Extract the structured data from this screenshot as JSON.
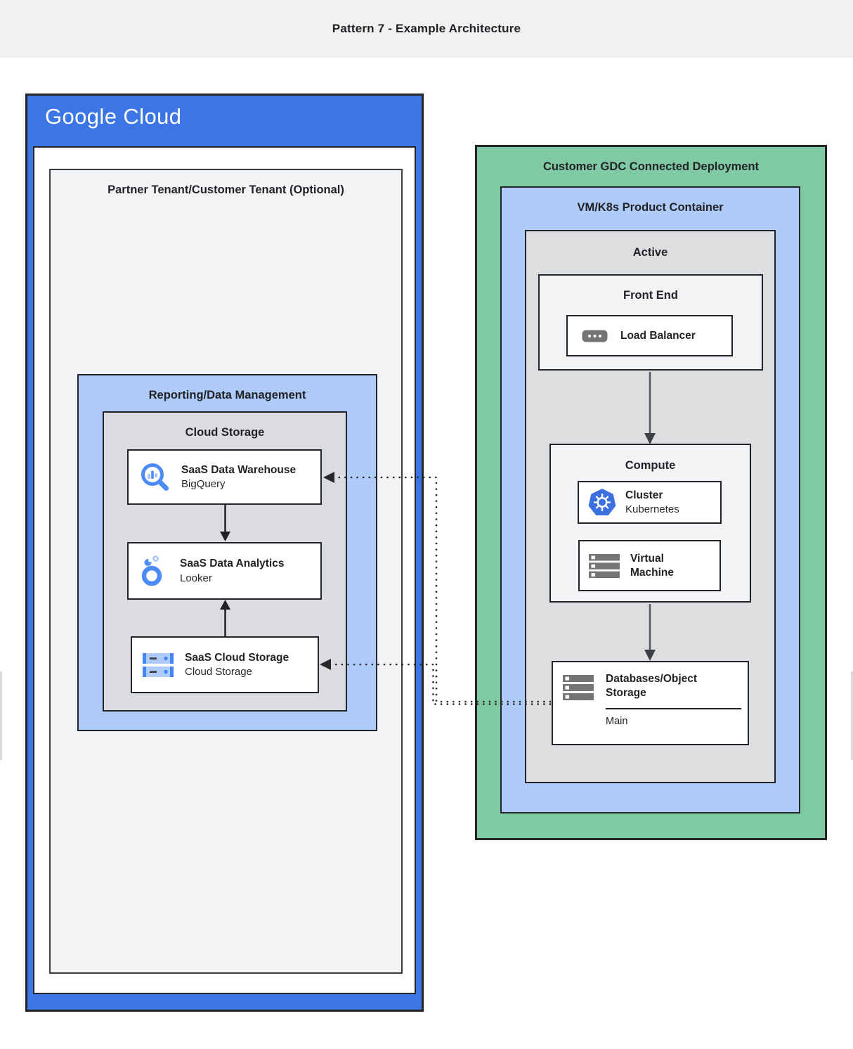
{
  "header": {
    "title": "Pattern 7 - Example Architecture"
  },
  "colors": {
    "google_blue": "#3B76E4",
    "light_blue": "#AECBFA",
    "green": "#7FC9A3",
    "panel_gray": "#DADCE0",
    "panel_light_gray": "#F1F3F4",
    "icon_blue": "#4285F4",
    "icon_gray": "#757575",
    "kubernetes_blue": "#326CE5"
  },
  "google_cloud": {
    "logo": "Google Cloud",
    "partner_tenant_title": "Partner Tenant/Customer Tenant (Optional)",
    "reporting_title": "Reporting/Data Management",
    "cloud_storage_title": "Cloud Storage",
    "warehouse": {
      "title": "SaaS Data Warehouse",
      "subtitle": "BigQuery",
      "icon": "bigquery-icon"
    },
    "analytics": {
      "title": "SaaS Data Analytics",
      "subtitle": "Looker",
      "icon": "looker-icon"
    },
    "storage": {
      "title": "SaaS Cloud Storage",
      "subtitle": "Cloud Storage",
      "icon": "cloud-storage-icon"
    }
  },
  "gdc": {
    "title": "Customer GDC Connected Deployment",
    "product_container_title": "VM/K8s Product Container",
    "active_title": "Active",
    "front_end_title": "Front End",
    "load_balancer_label": "Load Balancer",
    "compute_title": "Compute",
    "cluster": {
      "title": "Cluster",
      "subtitle": "Kubernetes",
      "icon": "kubernetes-icon"
    },
    "vm_title": "Virtual Machine",
    "databases_title": "Databases/Object Storage",
    "databases_label": "Main"
  }
}
